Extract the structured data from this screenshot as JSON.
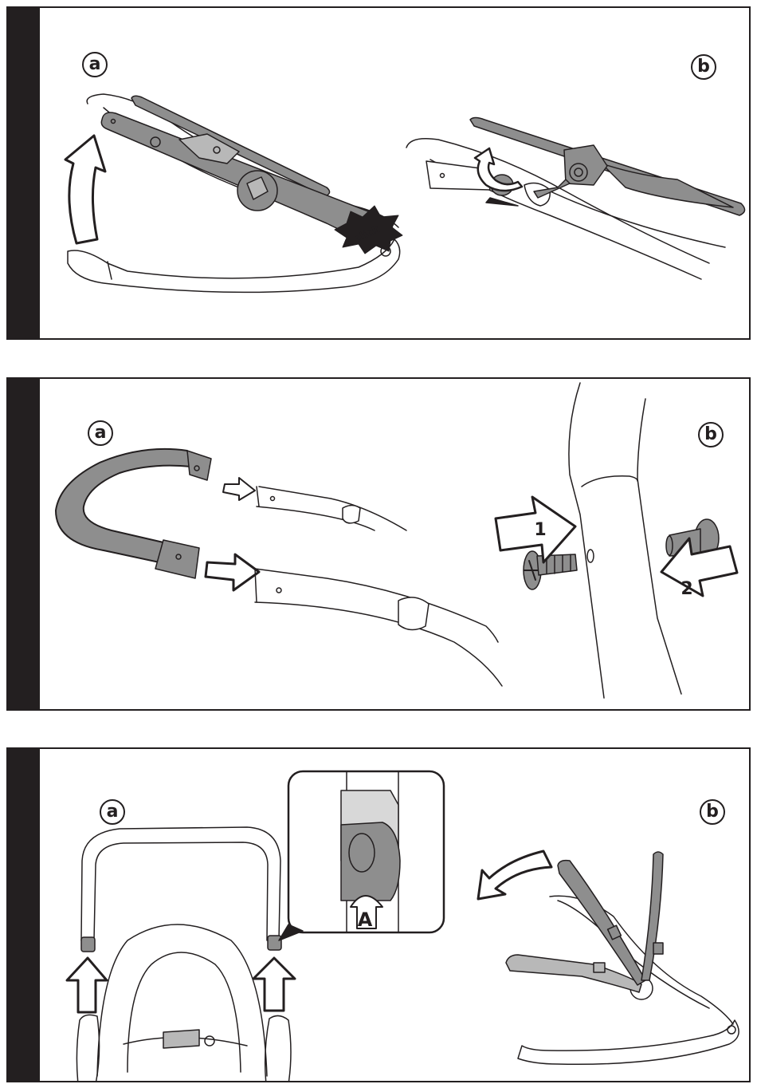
{
  "panels": [
    {
      "labels": {
        "a": "a",
        "b": "b"
      },
      "callout": "click"
    },
    {
      "labels": {
        "a": "a",
        "b": "b"
      },
      "steps": [
        "1",
        "2"
      ]
    },
    {
      "labels": {
        "a": "a",
        "b": "b"
      },
      "inset_letter": "A"
    }
  ],
  "colors": {
    "frame": "#231f20",
    "part_fill": "#8e8e8e",
    "part_light": "#b8b8b8",
    "paper": "#ffffff"
  }
}
